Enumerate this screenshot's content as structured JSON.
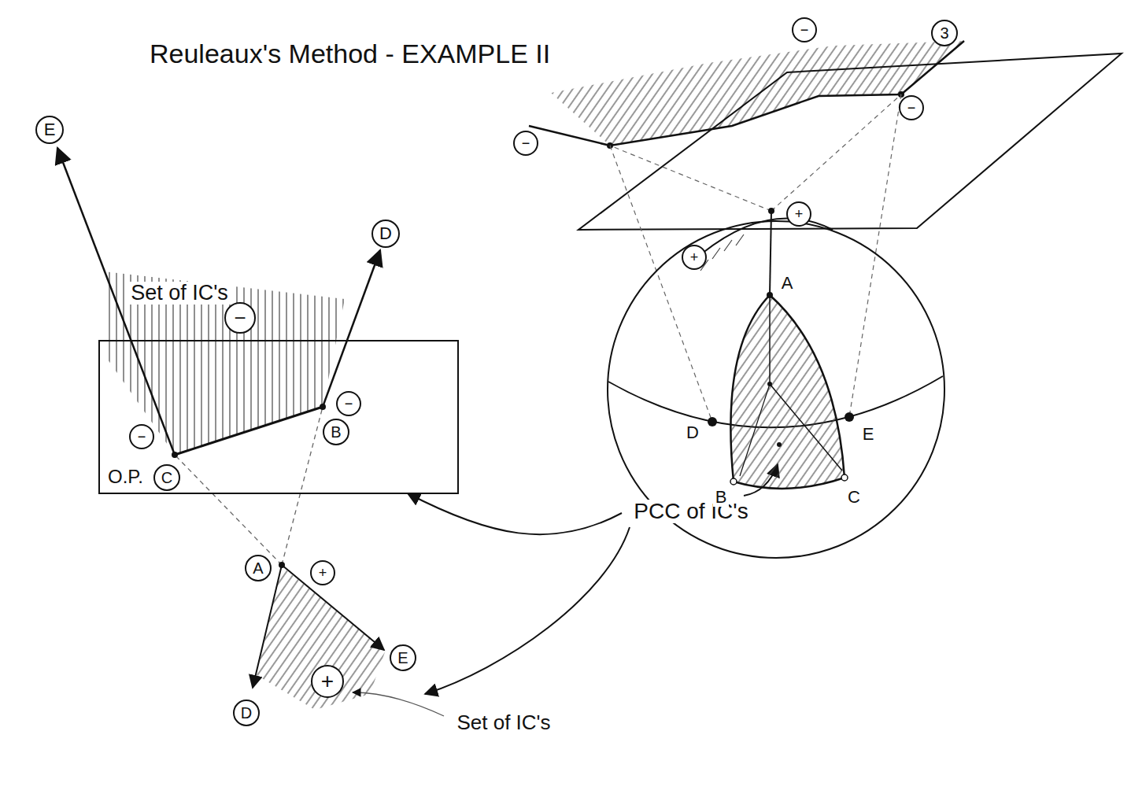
{
  "diagram": {
    "title": "Reuleaux's Method - EXAMPLE II",
    "nodes": [
      {
        "text": [
          "O.P."
        ]
      }
    ],
    "labels": [
      "Set of IC's",
      "−",
      "D",
      "E",
      "−",
      "C",
      "B",
      "−",
      "A",
      "+",
      "D",
      "E",
      "+",
      "Set of IC's",
      "PCC of IC's",
      "−",
      "−",
      "3",
      "−",
      "+",
      "+",
      "A",
      "D",
      "E",
      "B",
      "C"
    ]
  }
}
